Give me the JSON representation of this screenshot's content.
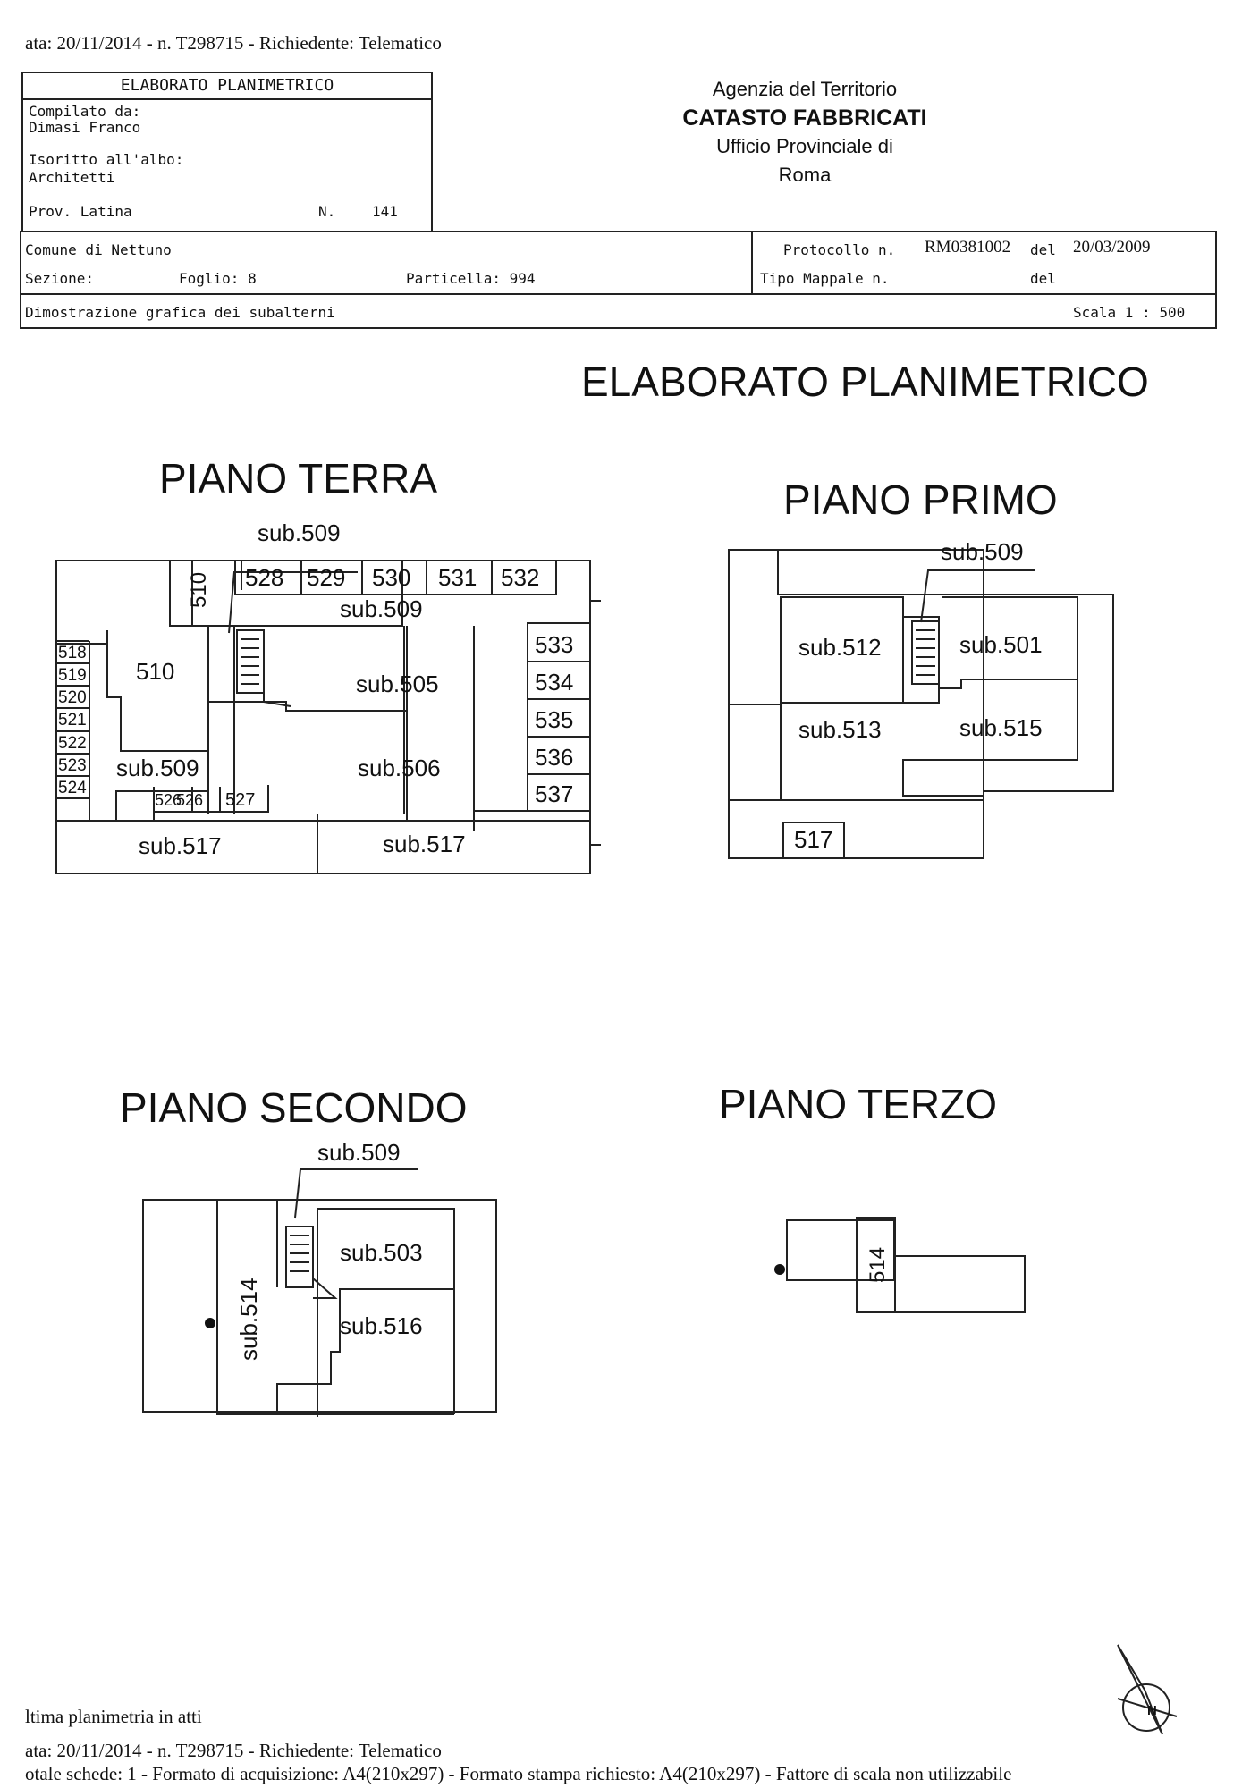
{
  "header": {
    "top_line": "ata: 20/11/2014 - n. T298715 - Richiedente: Telematico",
    "box": {
      "title": "ELABORATO PLANIMETRICO",
      "compilato_label": "Compilato da:",
      "compilato_name": "Dimasi Franco",
      "iscritto_label": "Isoritto all'albo:",
      "iscritto_value": "Architetti",
      "prov": "Prov. Latina",
      "num_label": "N.",
      "num_value": "141"
    },
    "agency": {
      "line1": "Agenzia del Territorio",
      "line2": "CATASTO FABBRICATI",
      "line3": "Ufficio Provinciale di",
      "line4": "Roma"
    }
  },
  "meta": {
    "comune": "Comune di Nettuno",
    "sezione": "Sezione:",
    "foglio": "Foglio: 8",
    "particella": "Particella: 994",
    "protocollo_label": "Protocollo n.",
    "protocollo_value": "RM0381002",
    "del1": "del",
    "date1": "20/03/2009",
    "tipo_mappale": "Tipo Mappale n.",
    "del2": "del",
    "dimostrazione": "Dimostrazione grafica dei subalterni",
    "scala": "Scala 1 : 500"
  },
  "title": "ELABORATO PLANIMETRICO",
  "floors": {
    "terra": {
      "title": "PIANO TERRA",
      "labels": [
        "sub.509",
        "528",
        "529",
        "530",
        "531",
        "532",
        "510",
        "sub.509",
        "533",
        "534",
        "535",
        "536",
        "537",
        "518",
        "519",
        "520",
        "521",
        "522",
        "523",
        "524",
        "510",
        "sub.505",
        "sub.509",
        "sub.506",
        "526",
        "526",
        "527",
        "sub.517",
        "sub.517"
      ]
    },
    "primo": {
      "title": "PIANO PRIMO",
      "labels": [
        "sub.509",
        "sub.512",
        "sub.501",
        "sub.513",
        "sub.515",
        "517"
      ]
    },
    "secondo": {
      "title": "PIANO SECONDO",
      "labels": [
        "sub.509",
        "sub.503",
        "sub.514",
        "sub.516"
      ]
    },
    "terzo": {
      "title": "PIANO TERZO",
      "labels": [
        "514"
      ]
    }
  },
  "footer": {
    "line1": "ltima planimetria in atti",
    "line2": "ata: 20/11/2014 - n. T298715 - Richiedente: Telematico",
    "line3": "otale schede: 1 - Formato di acquisizione: A4(210x297)  - Formato stampa richiesto: A4(210x297) - Fattore di scala non utilizzabile",
    "compass_letter": "N"
  }
}
